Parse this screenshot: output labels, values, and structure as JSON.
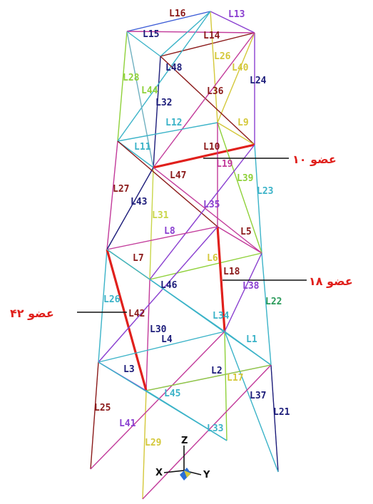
{
  "labels": {
    "L16": "L16",
    "L13": "L13",
    "L15": "L15",
    "L14": "L14",
    "L26": "L26",
    "L40": "L40",
    "L28": "L28",
    "L48": "L48",
    "L44": "L44",
    "L24": "L24",
    "L36": "L36",
    "L32": "L32",
    "L12": "L12",
    "L9": "L9",
    "L11": "L11",
    "L10": "L10",
    "L19": "L19",
    "L47": "L47",
    "L39": "L39",
    "L27": "L27",
    "L23": "L23",
    "L43": "L43",
    "L35": "L35",
    "L31": "L31",
    "L8": "L8",
    "L5": "L5",
    "L7": "L7",
    "L6": "L6",
    "L18": "L18",
    "L46": "L46",
    "L38": "L38",
    "L26b": "L26",
    "L42": "L42",
    "L22": "L22",
    "L34": "L34",
    "L30": "L30",
    "L4": "L4",
    "L1": "L1",
    "L3": "L3",
    "L2": "L2",
    "L17": "L17",
    "L45": "L45",
    "L37": "L37",
    "L21": "L21",
    "L25": "L25",
    "L41": "L41",
    "L33": "L33",
    "L29": "L29"
  },
  "annotations": {
    "member10": "عضو ۱۰",
    "member18": "عضو ۱۸",
    "member42": "عضو ۴۲"
  },
  "axes": {
    "x": "X",
    "y": "Y",
    "z": "Z"
  },
  "colors": {
    "highlight": "#e0201c"
  }
}
